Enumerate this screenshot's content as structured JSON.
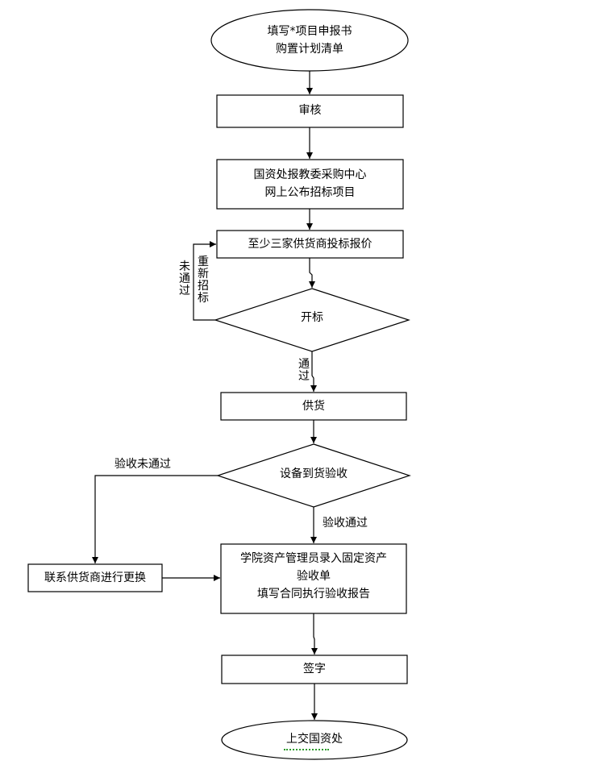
{
  "nodes": {
    "start": [
      "填写*项目申报书",
      "购置计划清单"
    ],
    "review": [
      "审核"
    ],
    "publish": [
      "国资处报教委采购中心",
      "网上公布招标项目"
    ],
    "bidding": [
      "至少三家供货商投标报价"
    ],
    "bid_open": [
      "开标"
    ],
    "supply": [
      "供货"
    ],
    "acceptance": [
      "设备到货验收"
    ],
    "record": [
      "学院资产管理员录入固定资产",
      "验收单",
      "填写合同执行验收报告"
    ],
    "replace": [
      "联系供货商进行更换"
    ],
    "sign": [
      "签字"
    ],
    "end": [
      "上交国资处"
    ]
  },
  "edges": {
    "fail_label": "未通过",
    "rebid_label": "重新招标",
    "pass_label": "通过",
    "acceptance_fail_label": "验收未通过",
    "acceptance_pass_label": "验收通过"
  }
}
